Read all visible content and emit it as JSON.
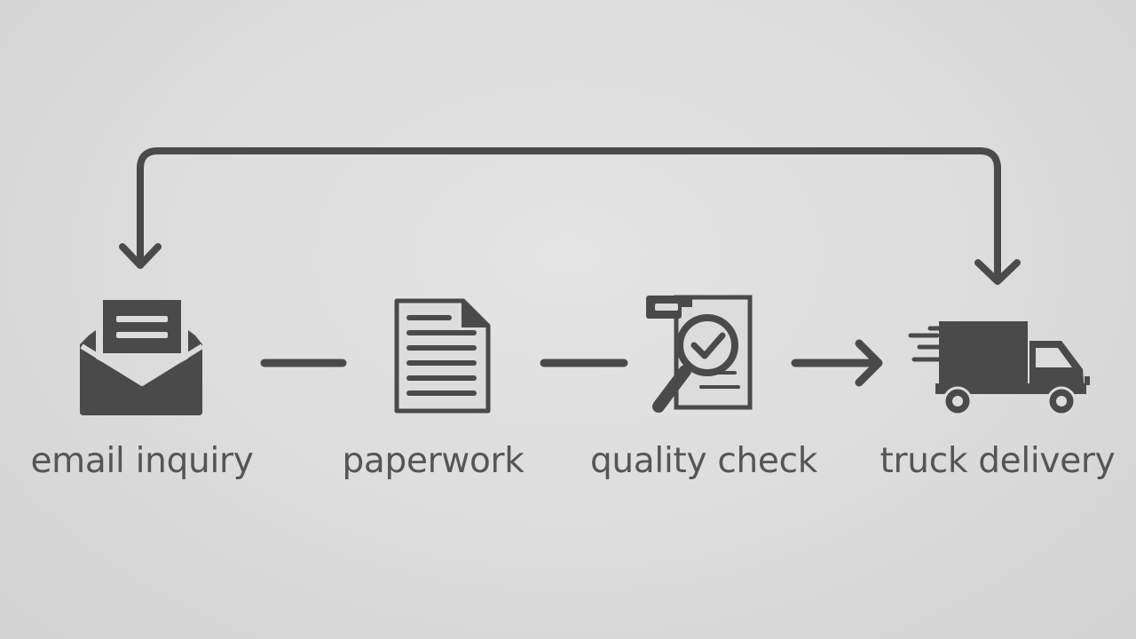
{
  "steps": [
    {
      "label": "email inquiry",
      "icon": "envelope-letter-icon"
    },
    {
      "label": "paperwork",
      "icon": "document-icon"
    },
    {
      "label": "quality check",
      "icon": "magnifier-check-document-icon"
    },
    {
      "label": "truck delivery",
      "icon": "delivery-truck-icon"
    }
  ],
  "connectors": [
    {
      "from": "email inquiry",
      "to": "paperwork",
      "style": "line"
    },
    {
      "from": "paperwork",
      "to": "quality check",
      "style": "line"
    },
    {
      "from": "quality check",
      "to": "truck delivery",
      "style": "arrow"
    },
    {
      "from": "truck delivery",
      "to": "email inquiry",
      "style": "loop-arrow-over-top",
      "bidirectional": true
    }
  ],
  "colors": {
    "background": "#dcdcdc",
    "icon": "#4a4a4a",
    "text": "#555555"
  }
}
